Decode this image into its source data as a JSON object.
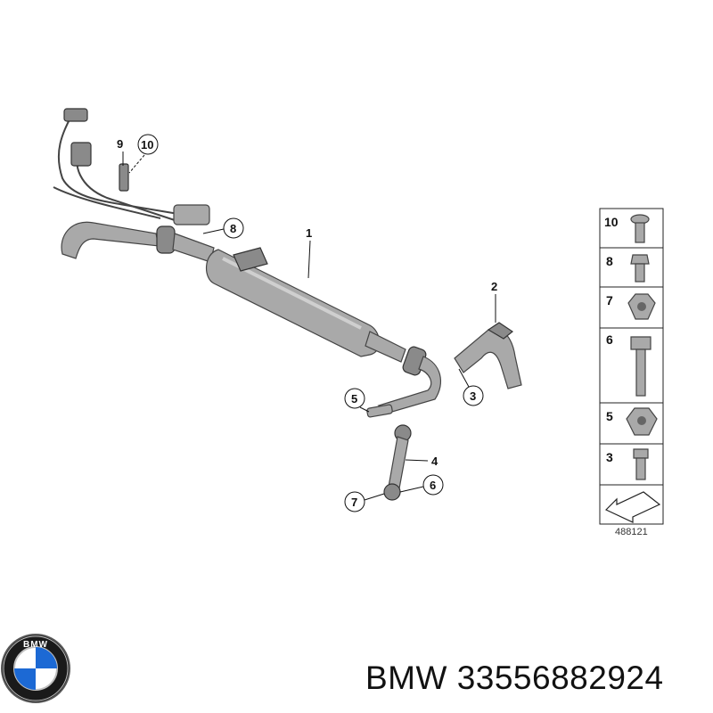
{
  "diagram": {
    "callouts": [
      {
        "id": "9",
        "circled": false
      },
      {
        "id": "10",
        "circled": true
      },
      {
        "id": "8",
        "circled": true
      },
      {
        "id": "1",
        "circled": false
      },
      {
        "id": "2",
        "circled": false
      },
      {
        "id": "3",
        "circled": true
      },
      {
        "id": "5",
        "circled": true
      },
      {
        "id": "4",
        "circled": false
      },
      {
        "id": "6",
        "circled": true
      },
      {
        "id": "7",
        "circled": true
      }
    ],
    "legend": [
      "10",
      "8",
      "7",
      "6",
      "5",
      "3"
    ],
    "reference_number": "488121"
  },
  "brand": {
    "logo_text": "BMW",
    "caption": "BMW 33556882924"
  }
}
